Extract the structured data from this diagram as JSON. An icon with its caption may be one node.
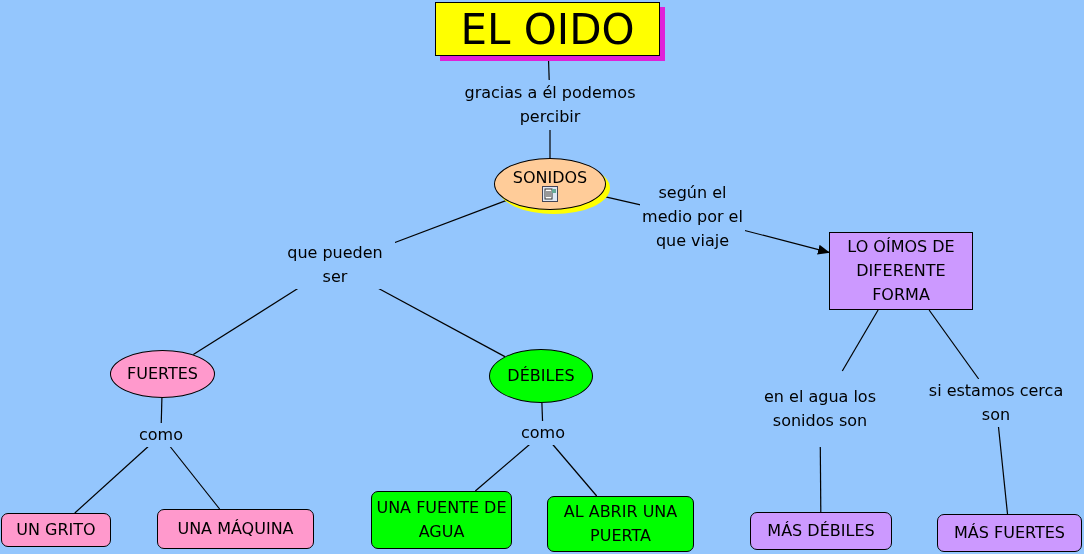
{
  "diagram": {
    "nodes": [
      {
        "text": [
          "EL OIDO"
        ]
      },
      {
        "text": [
          "gracias a él podemos percibir"
        ]
      },
      {
        "text": [
          "SONIDOS"
        ]
      },
      {
        "text": [
          "que pueden ser"
        ]
      },
      {
        "text": [
          "según el medio por el que viaje"
        ]
      },
      {
        "text": [
          "LO OÍMOS DE DIFERENTE FORMA"
        ]
      },
      {
        "text": [
          "FUERTES"
        ]
      },
      {
        "text": [
          "DÉBILES"
        ]
      },
      {
        "text": [
          "como"
        ]
      },
      {
        "text": [
          "como"
        ]
      },
      {
        "text": [
          "en el agua los sonidos son"
        ]
      },
      {
        "text": [
          "si estamos cerca son"
        ]
      },
      {
        "text": [
          "UN GRITO"
        ]
      },
      {
        "text": [
          "UNA MÁQUINA"
        ]
      },
      {
        "text": [
          "UNA FUENTE DE AGUA"
        ]
      },
      {
        "text": [
          "AL ABRIR UNA PUERTA"
        ]
      },
      {
        "text": [
          "MÁS DÉBILES"
        ]
      },
      {
        "text": [
          "MÁS FUERTES"
        ]
      }
    ],
    "edges": [
      {
        "from": 0,
        "to": 1,
        "arrow": "none"
      },
      {
        "from": 1,
        "to": 2,
        "arrow": "none"
      },
      {
        "from": 2,
        "to": 3,
        "arrow": "none"
      },
      {
        "from": 3,
        "to": 6,
        "arrow": "none"
      },
      {
        "from": 3,
        "to": 7,
        "arrow": "none"
      },
      {
        "from": 2,
        "to": 4,
        "arrow": "none"
      },
      {
        "from": 4,
        "to": 5,
        "arrow": "to"
      },
      {
        "from": 6,
        "to": 8,
        "arrow": "none"
      },
      {
        "from": 8,
        "to": 12,
        "arrow": "none"
      },
      {
        "from": 8,
        "to": 13,
        "arrow": "none"
      },
      {
        "from": 7,
        "to": 9,
        "arrow": "none"
      },
      {
        "from": 9,
        "to": 14,
        "arrow": "none"
      },
      {
        "from": 9,
        "to": 15,
        "arrow": "none"
      },
      {
        "from": 5,
        "to": 10,
        "arrow": "none"
      },
      {
        "from": 10,
        "to": 16,
        "arrow": "none"
      },
      {
        "from": 5,
        "to": 11,
        "arrow": "none"
      },
      {
        "from": 11,
        "to": 17,
        "arrow": "none"
      }
    ]
  }
}
